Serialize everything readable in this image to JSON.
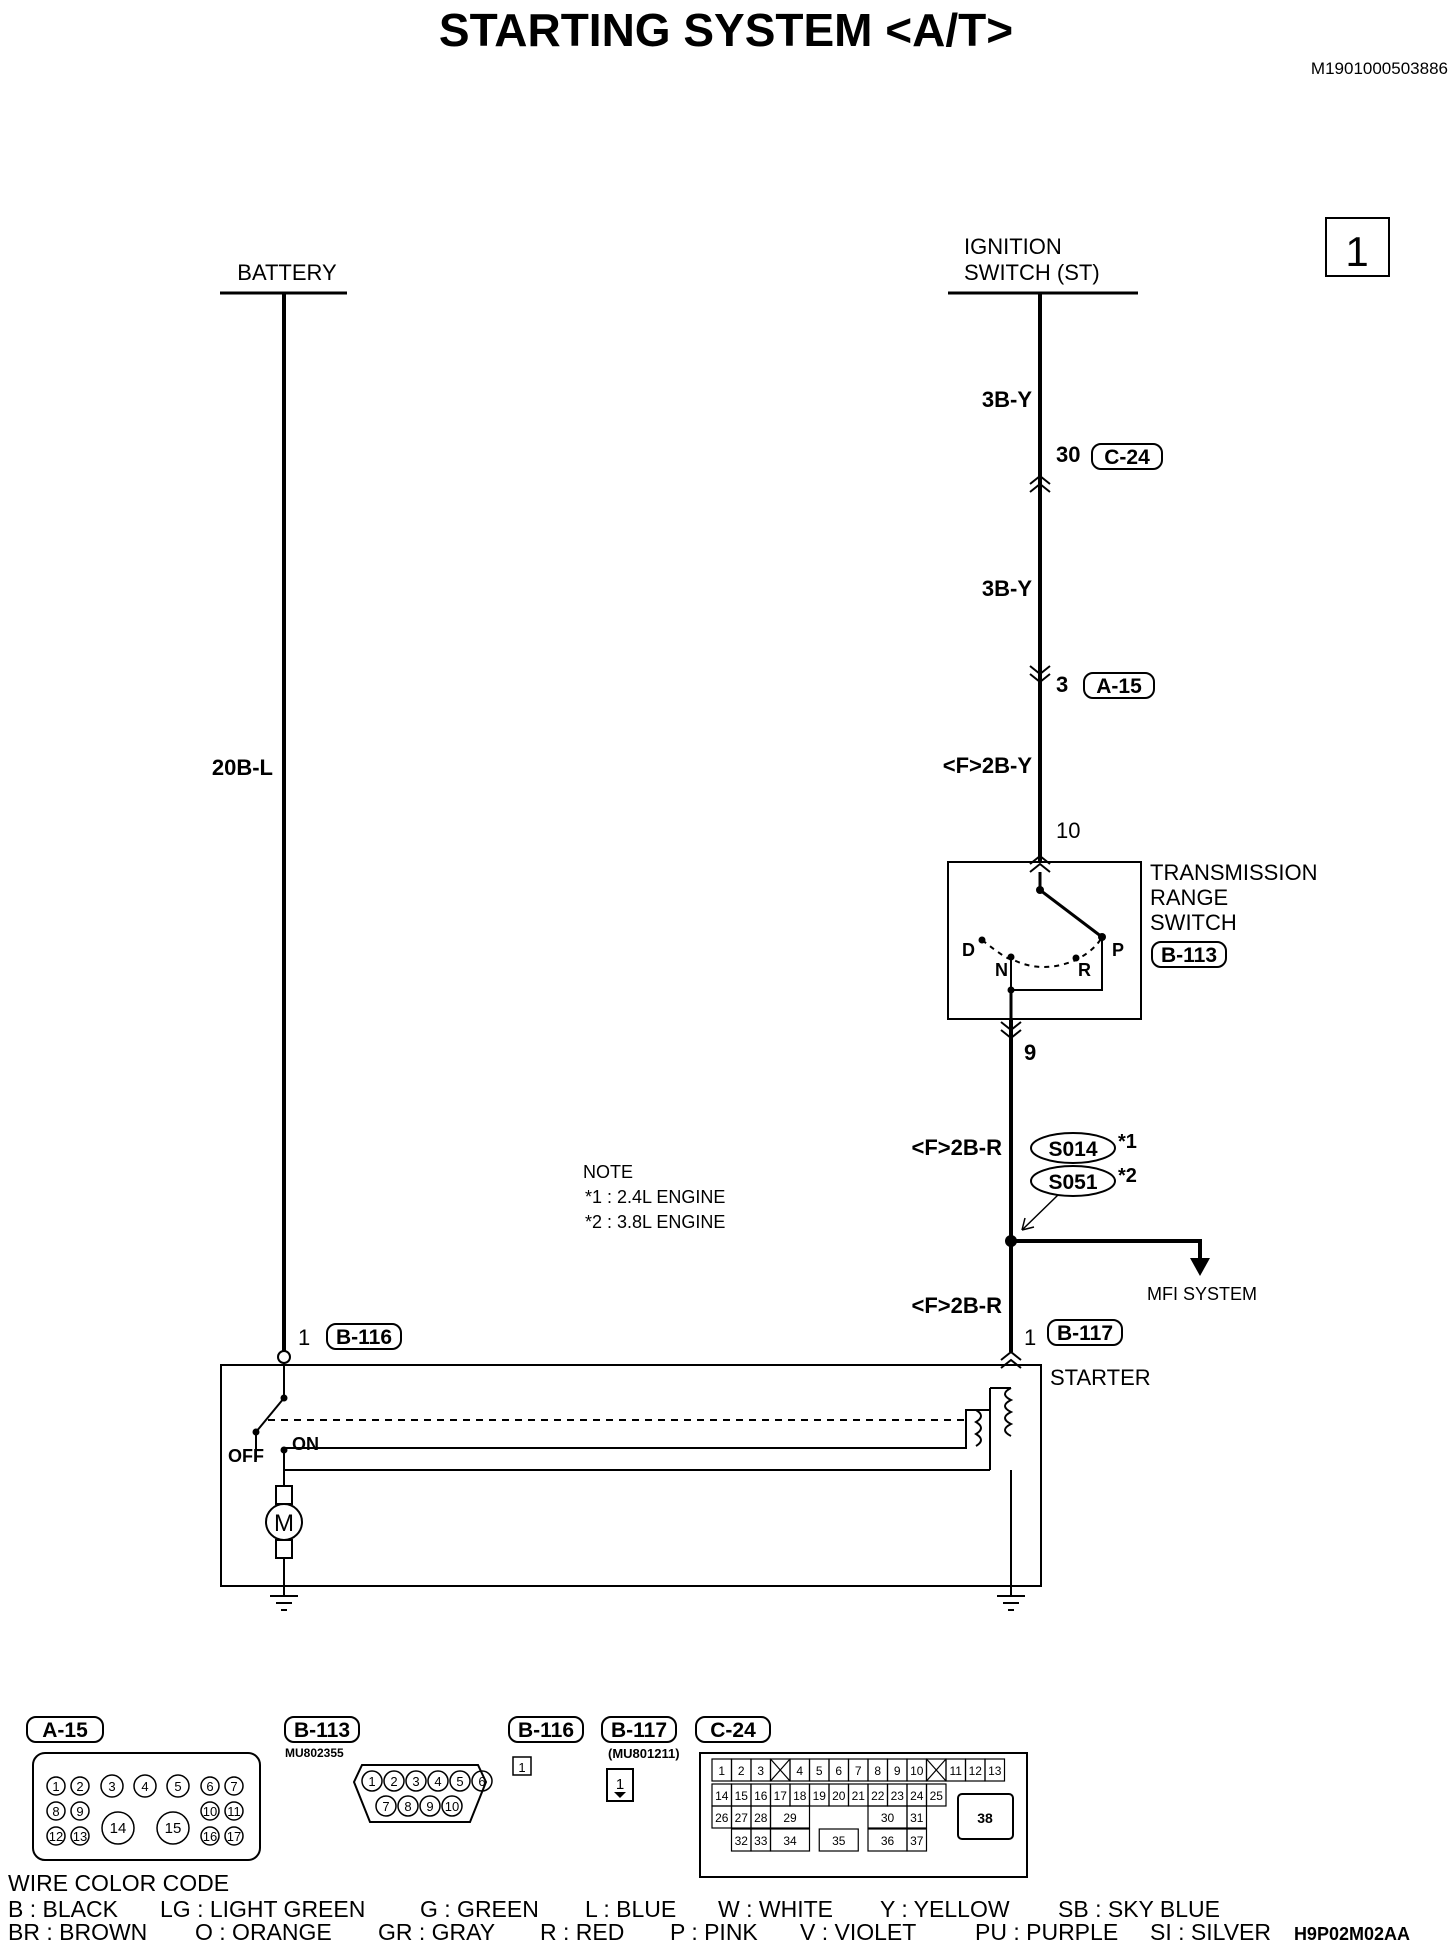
{
  "title": "STARTING SYSTEM <A/T>",
  "doc_id": "M1901000503886",
  "page_box": "1",
  "battery_label": "BATTERY",
  "ignition_label_1": "IGNITION",
  "ignition_label_2": "SWITCH (ST)",
  "wire_3by_top": "3B-Y",
  "pin_30": "30",
  "conn_c24": "C-24",
  "wire_3by_mid": "3B-Y",
  "pin_3": "3",
  "conn_a15": "A-15",
  "wire_20bl": "20B-L",
  "wire_f2by": "<F>2B-Y",
  "pin_10": "10",
  "trs_1": "TRANSMISSION",
  "trs_2": "RANGE",
  "trs_3": "SWITCH",
  "conn_b113": "B-113",
  "pos_d": "D",
  "pos_n": "N",
  "pos_r": "R",
  "pos_p": "P",
  "pin_9": "9",
  "wire_f2br_top": "<F>2B-R",
  "splice_1": "S014",
  "splice_2": "S051",
  "star_1": "*1",
  "star_2": "*2",
  "note_title": "NOTE",
  "note_1": "*1 : 2.4L ENGINE",
  "note_2": "*2 : 3.8L ENGINE",
  "mfi": "MFI SYSTEM",
  "wire_f2br_bot": "<F>2B-R",
  "pin_1a": "1",
  "conn_b116": "B-116",
  "pin_1b": "1",
  "conn_b117": "B-117",
  "starter": "STARTER",
  "off": "OFF",
  "on": "ON",
  "motor": "M",
  "cv_a15": "A-15",
  "cv_b113": "B-113",
  "cv_b113_pn": "MU802355",
  "cv_b116": "B-116",
  "cv_b116_pin": "1",
  "cv_b117": "B-117",
  "cv_b117_pn": "(MU801211)",
  "cv_b117_pin": "1",
  "cv_c24": "C-24",
  "a15_pins": [
    "1",
    "2",
    "3",
    "4",
    "5",
    "6",
    "7",
    "8",
    "9",
    "10",
    "11",
    "12",
    "13",
    "14",
    "15",
    "16",
    "17"
  ],
  "b113_pins": [
    "1",
    "2",
    "3",
    "4",
    "5",
    "6",
    "7",
    "8",
    "9",
    "10"
  ],
  "c24_row1": [
    "1",
    "2",
    "3",
    "",
    "4",
    "5",
    "6",
    "7",
    "8",
    "9",
    "10",
    "",
    "11",
    "12",
    "13"
  ],
  "c24_row2": [
    "14",
    "15",
    "16",
    "17",
    "18",
    "19",
    "20",
    "21",
    "22",
    "23",
    "24",
    "25"
  ],
  "c24_row3": [
    "26",
    "27",
    "28",
    "29",
    "30",
    "31"
  ],
  "c24_row4": [
    "32",
    "33",
    "34",
    "35",
    "36",
    "37"
  ],
  "c24_38": "38",
  "wcc_title": "WIRE COLOR CODE",
  "wcc_row1": [
    "B : BLACK",
    "LG : LIGHT GREEN",
    "G : GREEN",
    "L : BLUE",
    "W : WHITE",
    "Y : YELLOW",
    "SB : SKY BLUE"
  ],
  "wcc_row2": [
    "BR : BROWN",
    "O : ORANGE",
    "GR : GRAY",
    "R : RED",
    "P : PINK",
    "V : VIOLET",
    "PU : PURPLE",
    "SI : SILVER"
  ],
  "fig_code": "H9P02M02AA"
}
